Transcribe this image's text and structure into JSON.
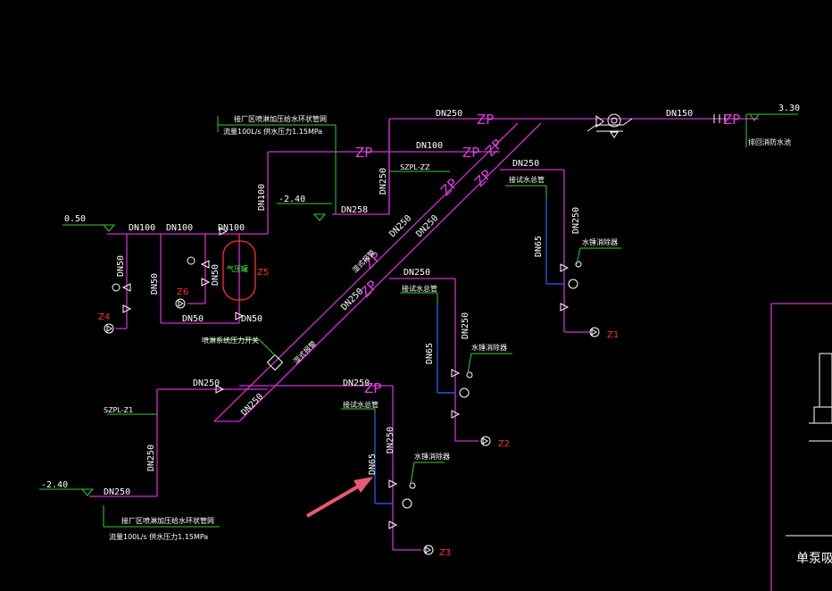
{
  "pipe_labels": {
    "dn250_top": "DN250",
    "dn150_right": "DN150",
    "dn100_mid": "DN100",
    "dn100_left1": "DN100",
    "dn100_left2": "DN100",
    "dn100_left3": "DN100",
    "dn100_vert": "DN100",
    "dn250_vert_a": "DN250",
    "dn250_stub": "DN258",
    "dn250_diag1": "DN250",
    "dn250_diag2": "DN250",
    "dn250_diag3": "DN250",
    "dn250_z1": "DN250",
    "dn250_z1_vert": "DN250",
    "dn65_z1": "DN65",
    "dn250_z2": "DN250",
    "dn250_z2_vert": "DN250",
    "dn65_z2": "DN65",
    "dn250_z3": "DN250",
    "dn250_z3_vert": "DN250",
    "dn65_z3": "DN65",
    "dn250_lower": "DN250",
    "dn250_lower_vert": "DN250",
    "dn250_bottom": "DN250",
    "dn250_diag_bottom": "DN250",
    "dn50_a": "DN50",
    "dn50_b": "DN50",
    "dn50_c": "DN50",
    "dn50_d": "DN50",
    "dn50_e": "DN50",
    "szpl_zz": "SZPL-ZZ",
    "szpl_z1": "SZPL-Z1"
  },
  "zp_marks": [
    "ZP",
    "ZP",
    "ZP",
    "ZP",
    "ZP",
    "ZP",
    "ZP",
    "ZP",
    "ZP",
    "ZP"
  ],
  "elevations": {
    "right": "3.30",
    "left": "0.50",
    "mid": "-2.40",
    "bottom": "-2.40"
  },
  "notes": {
    "top_line1": "接厂区喷淋加压给水环状管网",
    "top_line2": "流量100L/s    供水压力1.15MPa",
    "bottom_line1": "接厂区喷淋加压给水环状管网",
    "bottom_line2": "流量100L/s    供水压力1.15MPa",
    "pool": "排回消防水池",
    "pressure_switch": "喷淋系统压力开关",
    "test_z1": "接试水总管",
    "test_z2": "接试水总管",
    "test_z3": "接试水总管",
    "hammer_z1": "水锤消除器",
    "hammer_z2": "水锤消除器",
    "hammer_z3": "水锤消除器",
    "diag_a": "湿式报警",
    "diag_b": "湿式报警",
    "tank": "气压罐",
    "bottom_right": "单泵吸"
  },
  "zone_ids": {
    "z1": "Z1",
    "z2": "Z2",
    "z3": "Z3",
    "z4": "Z4",
    "z5": "Z5",
    "z6": "Z6"
  },
  "colors": {
    "pipe": "#d030d0",
    "leader": "#30d030",
    "test_pipe": "#3060ff",
    "zone_id": "#ff3030",
    "arrow": "#e85a6e"
  }
}
